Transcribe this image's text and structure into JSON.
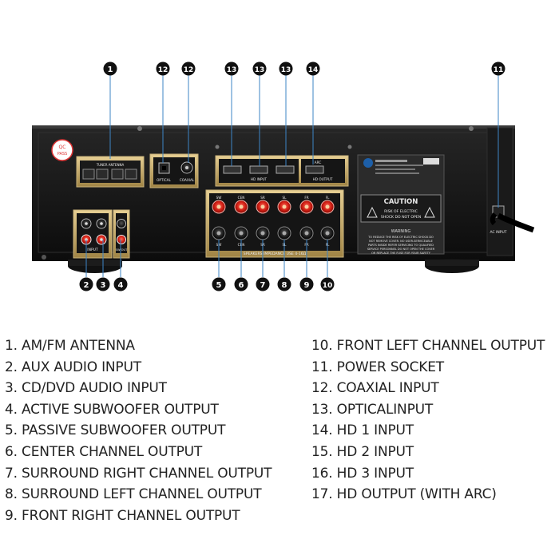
{
  "callouts": {
    "c1": "1",
    "c12a": "12",
    "c12b": "12",
    "c13a": "13",
    "c13b": "13",
    "c13c": "13",
    "c14": "14",
    "c11": "11",
    "c2": "2",
    "c3": "3",
    "c4": "4",
    "c5": "5",
    "c6": "6",
    "c7": "7",
    "c8": "8",
    "c9": "9",
    "c10": "10"
  },
  "panel": {
    "qc_line1": "QC",
    "qc_line2": "PASS",
    "caution_title": "CAUTION",
    "caution_line1": "RISK OF ELECTRIC",
    "caution_line2": "SHOCK DO NOT OPEN",
    "warning_title": "WARNING",
    "warning_line1": "TO REDUCE THE RISK OF ELECTRIC SHOCK DO",
    "warning_line2": "NOT REMOVE COVER. NO USER-SERVICEABLE",
    "warning_line3": "PARTS INSIDE REFER SERVICING TO QUALIFIED",
    "warning_line4": "SERVICE PERSONNEL DO NOT OPEN THE COVER",
    "warning_line5": "OR REPLACE THE FUSE FOR YOUR SAFETY",
    "optical_label": "OPTICAL",
    "coaxial_label": "COAXIAL",
    "hd_input_label": "HD INPUT",
    "hd_output_label": "HD OUTPUT",
    "arc_label": "ARC",
    "input_label": "INPUT",
    "sw_out_label": "SW OUT",
    "speakers_label": "SPEAKERS IMPEDANCE USE 4-16Ω",
    "ac_input_label": "AC INPUT",
    "antenna_label": "TUNER ANTENNA",
    "spk_labels": [
      "SW",
      "CEN",
      "SR",
      "SL",
      "FR",
      "FL"
    ]
  },
  "legend": {
    "left": [
      "1. AM/FM ANTENNA",
      "2. AUX AUDIO INPUT",
      "3. CD/DVD AUDIO INPUT",
      "4. ACTIVE SUBWOOFER OUTPUT",
      "5. PASSIVE SUBWOOFER OUTPUT",
      "6. CENTER CHANNEL OUTPUT",
      "7. SURROUND RIGHT CHANNEL OUTPUT",
      "8. SURROUND LEFT CHANNEL OUTPUT",
      "9. FRONT RIGHT CHANNEL OUTPUT"
    ],
    "right": [
      "10. FRONT LEFT CHANNEL OUTPUT",
      "11. POWER SOCKET",
      "12. COAXIAL INPUT",
      "13. OPTICALINPUT",
      "14. HD 1 INPUT",
      "15. HD 2 INPUT",
      "16. HD 3 INPUT",
      "17. HD OUTPUT (WITH ARC)"
    ]
  }
}
